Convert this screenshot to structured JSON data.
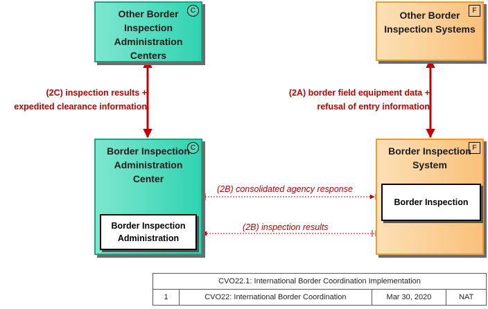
{
  "nodes": {
    "other_admin_centers": {
      "title": "Other Border Inspection Administration Centers",
      "badge": "C"
    },
    "other_systems": {
      "title": "Other Border Inspection Systems",
      "badge": "F"
    },
    "admin_center": {
      "title": "Border Inspection Administration Center",
      "badge": "C",
      "inner": "Border Inspection Administration"
    },
    "system": {
      "title": "Border Inspection System",
      "badge": "F",
      "inner": "Border Inspection"
    }
  },
  "flows": {
    "left_vertical": [
      "(2C) inspection results +",
      "expedited clearance information"
    ],
    "right_vertical": [
      "(2A) border field equipment data +",
      "refusal of entry information"
    ],
    "top_horizontal": "(2B) consolidated agency response",
    "bottom_horizontal": "(2B) inspection results"
  },
  "colors": {
    "center_fill": "#2fd3b0",
    "field_fill": "#f9c07a",
    "flow": "#c00000"
  },
  "footer": {
    "title": "CVO22.1: International Border Coordination Implementation",
    "number": "1",
    "package": "CVO22: International Border Coordination",
    "date": "Mar 30, 2020",
    "scope": "NAT"
  }
}
